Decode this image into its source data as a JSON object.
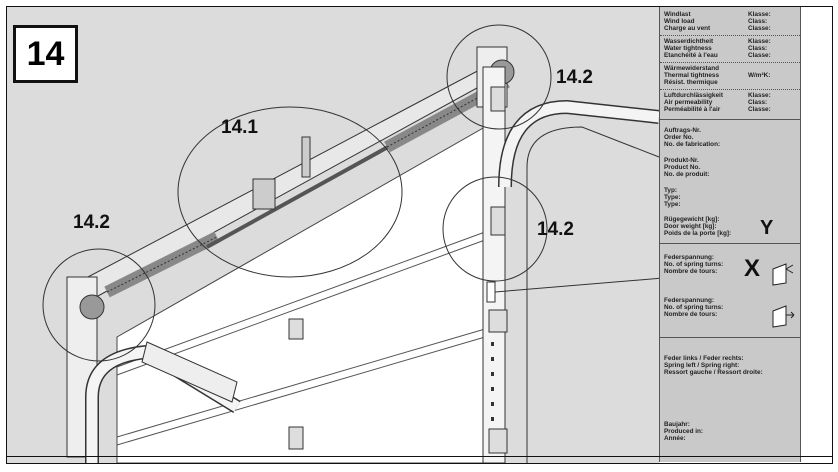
{
  "step_number": "14",
  "callouts": {
    "c141": "14.1",
    "c142_top": "14.2",
    "c142_left": "14.2",
    "c142_mid": "14.2"
  },
  "label_plate": {
    "wind": [
      "Windlast",
      "Wind load",
      "Charge au vent"
    ],
    "wind_class": [
      "Klasse:",
      "Class:",
      "Classe:"
    ],
    "water": [
      "Wasserdichtheit",
      "Water tightness",
      "Etanchéité à l'eau"
    ],
    "water_class": [
      "Klasse:",
      "Class:",
      "Classe:"
    ],
    "thermal": [
      "Wärmewiderstand",
      "Thermal tightness",
      "Résist. thermique"
    ],
    "thermal_unit": "W/m²K:",
    "air": [
      "Luftdurchlässigkeit",
      "Air permeability",
      "Perméabilité à l'air"
    ],
    "air_class": [
      "Klasse:",
      "Class:",
      "Classe:"
    ],
    "order": [
      "Auftrags-Nr.",
      "Order No.",
      "No. de fabrication:"
    ],
    "product": [
      "Produkt-Nr.",
      "Product No.",
      "No. de produit:"
    ],
    "type": [
      "Typ:",
      "Type:",
      "Type:"
    ],
    "weight": [
      "Rügegewicht [kg]:",
      "Door weight [kg]:",
      "Poids de la porte [kg]:"
    ],
    "weight_mark": "Y",
    "spring1": [
      "Federspannung:",
      "No. of spring turns:",
      "Nombre de tours:"
    ],
    "spring_mark": "X",
    "spring2": [
      "Federspannung:",
      "No. of spring turns:",
      "Nombre de tours:"
    ],
    "spring_side": [
      "Feder links / Feder rechts:",
      "Spring left / Spring right:",
      "Ressort gauche / Ressort droite:"
    ],
    "year": [
      "Baujahr:",
      "Produced in:",
      "Année:"
    ]
  }
}
